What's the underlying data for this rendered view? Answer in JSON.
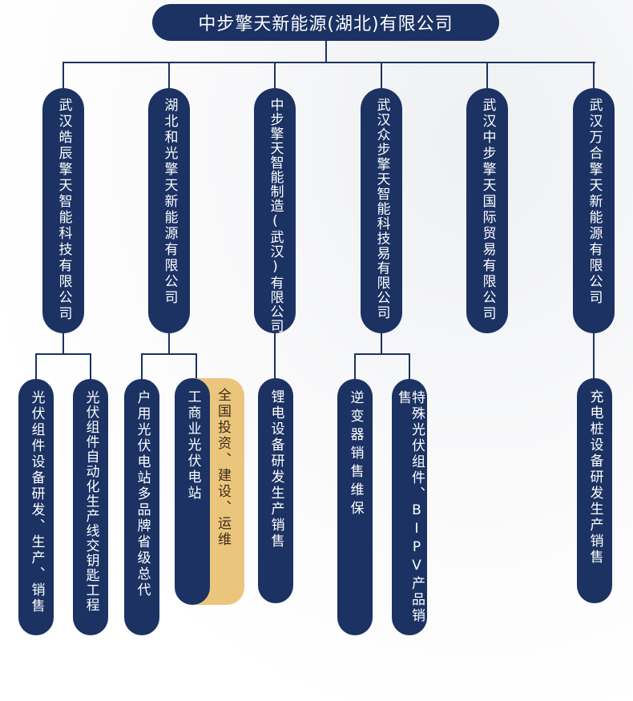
{
  "root": "中步擎天新能源(湖北)有限公司",
  "companies": [
    "武汉皓辰擎天智能科技有限公司",
    "湖北和光擎天新能源有限公司",
    "中步擎天智能制造(武汉)有限公司",
    "武汉众步擎天智能科技易有限公司",
    "武汉中步擎天国际贸易有限公司",
    "武汉万合擎天新能源有限公司"
  ],
  "businesses": [
    "光伏组件设备研发、生产、销售",
    "光伏组件自动化生产线交钥匙工程",
    "户用光伏电站多品牌省级总代",
    "工商业光伏电站",
    "全国投资、建设、运维",
    "锂电设备研发生产销售",
    "逆变器销售维保",
    "特殊光伏组件、BIPV产品销售",
    "充电桩设备研发生产销售"
  ],
  "colors": {
    "navy": "#1b3263",
    "gold": "#ecc57d"
  }
}
